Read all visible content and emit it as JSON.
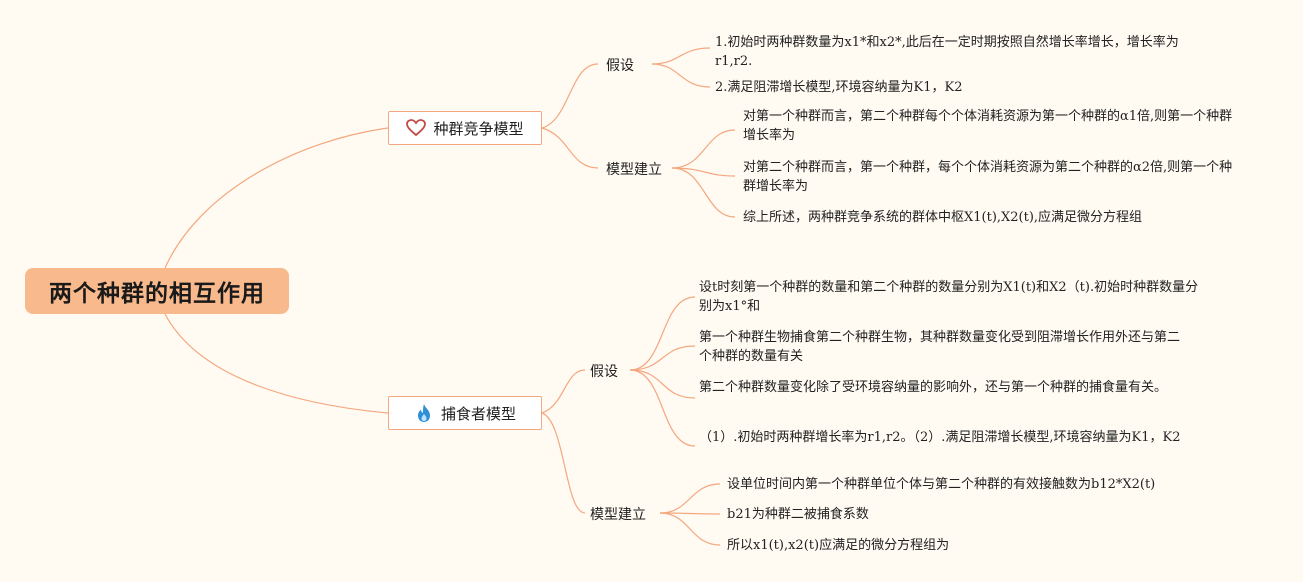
{
  "root": {
    "title": "两个种群的相互作用"
  },
  "branches": [
    {
      "label": "种群竞争模型",
      "icon": "heart-icon",
      "subs": [
        {
          "label": "假设",
          "leaves": [
            "1.初始时两种群数量为x1*和x2*,此后在一定时期按照自然增长率增长，增长率为r1,r2.",
            "2.满足阻滞增长模型,环境容纳量为K1，K2"
          ]
        },
        {
          "label": "模型建立",
          "leaves": [
            "对第一个种群而言，第二个种群每个个体消耗资源为第一个种群的α1倍,则第一个种群增长率为",
            "对第二个种群而言，第一个种群，每个个体消耗资源为第二个种群的α2倍,则第一个种群增长率为",
            "综上所述，两种群竞争系统的群体中枢X1(t),X2(t),应满足微分方程组"
          ]
        }
      ]
    },
    {
      "label": "捕食者模型",
      "icon": "fire-icon",
      "subs": [
        {
          "label": "假设",
          "leaves": [
            "设t时刻第一个种群的数量和第二个种群的数量分别为X1(t)和X2（t).初始时种群数量分别为x1°和",
            "第一个种群生物捕食第二个种群生物，其种群数量变化受到阻滞增长作用外还与第二个种群的数量有关",
            "第二个种群数量变化除了受环境容纳量的影响外，还与第一个种群的捕食量有关。",
            "（1）.初始时两种群增长率为r1,r2。（2）.满足阻滞增长模型,环境容纳量为K1，K2"
          ]
        },
        {
          "label": "模型建立",
          "leaves": [
            "设单位时间内第一个种群单位个体与第二个种群的有效接触数为b12*X2(t)",
            "b21为种群二被捕食系数",
            "所以x1(t),x2(t)应满足的微分方程组为"
          ]
        }
      ]
    }
  ],
  "colors": {
    "root_bg": "#f8b98c",
    "edge": "#f4a77f",
    "background": "#fffaf2"
  }
}
